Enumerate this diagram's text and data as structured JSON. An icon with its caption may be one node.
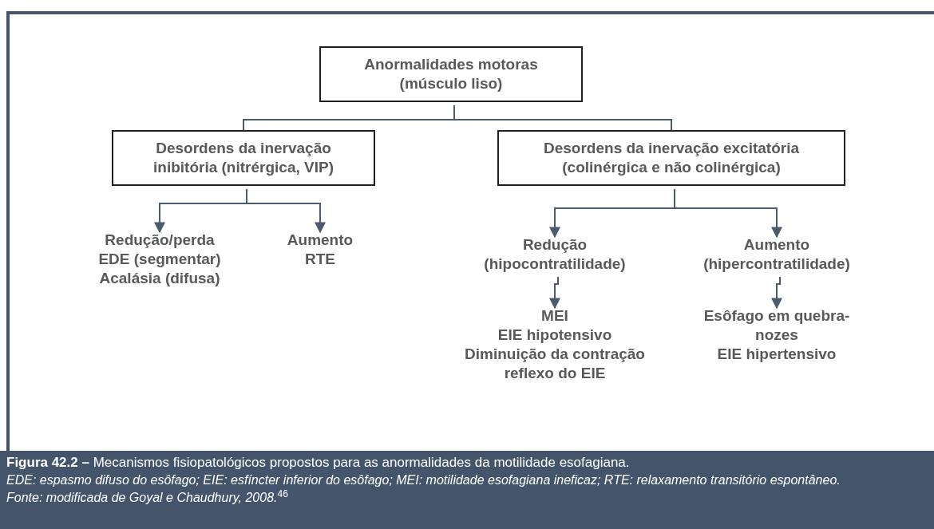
{
  "diagram": {
    "caption": "**Figura 42.2 –** Mecanismos fisiopatológicos propostos para as anormalidades da motilidade esofagiana.",
    "nodes": [
      {
        "text": [
          "Anormalidades motoras (músculo liso)"
        ]
      },
      {
        "text": [
          "Desordens da inervação inibitória (nitrérgica, VIP)"
        ]
      },
      {
        "text": [
          "Desordens da inervação excitatória (colinérgica e não colinérgica)"
        ]
      },
      {
        "text": [
          "Redução/perda",
          "EDE (segmentar)",
          "Acalásia (difusa)"
        ]
      },
      {
        "text": [
          "Aumento",
          "RTE"
        ]
      },
      {
        "text": [
          "Redução (hipocontratilidade)"
        ]
      },
      {
        "text": [
          "Aumento (hipercontratilidade)"
        ]
      },
      {
        "text": [
          "MEI",
          "EIE hipotensivo",
          "Diminuição da contração reflexo do EIE"
        ]
      },
      {
        "text": [
          "Esôfago em quebra-nozes",
          "EIE hipertensivo"
        ]
      }
    ],
    "edges": [
      {
        "from": 0,
        "to": 1,
        "arrow": "none"
      },
      {
        "from": 0,
        "to": 2,
        "arrow": "none"
      },
      {
        "from": 1,
        "to": 3,
        "arrow": "to"
      },
      {
        "from": 1,
        "to": 4,
        "arrow": "to"
      },
      {
        "from": 2,
        "to": 5,
        "arrow": "to"
      },
      {
        "from": 2,
        "to": 6,
        "arrow": "to"
      },
      {
        "from": 5,
        "to": 7,
        "arrow": "to"
      },
      {
        "from": 6,
        "to": 8,
        "arrow": "to"
      }
    ],
    "labels": [
      "*EDE: espasmo difuso do esôfago; EIE: esfíncter inferior do esôfago; MEI: motilidade esofagiana ineficaz; RTE: relaxamento transitório espontâneo.*",
      "*Fonte: modificada de Goyal e Chaudhury, 2008.*$^{46}$"
    ]
  }
}
